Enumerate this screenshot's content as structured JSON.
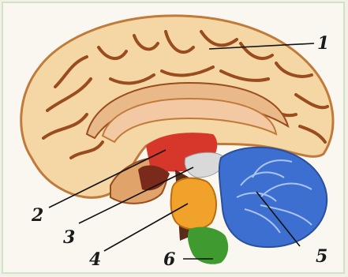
{
  "labels": {
    "l1": "1",
    "l2": "2",
    "l3": "3",
    "l4": "4",
    "l5": "5",
    "l6": "6"
  },
  "colors": {
    "cortex": "#f4d7a4",
    "cortex_edge": "#c07a3a",
    "sulci": "#9a4c1e",
    "corpus_callosum": "#f2c9a2",
    "thalamus": "#d7372a",
    "midbrain": "#d9d9d9",
    "pons": "#f0a22a",
    "medulla": "#3f9a2f",
    "cerebellum": "#3d6fd0",
    "brainstem_dark": "#5a2a1a"
  }
}
